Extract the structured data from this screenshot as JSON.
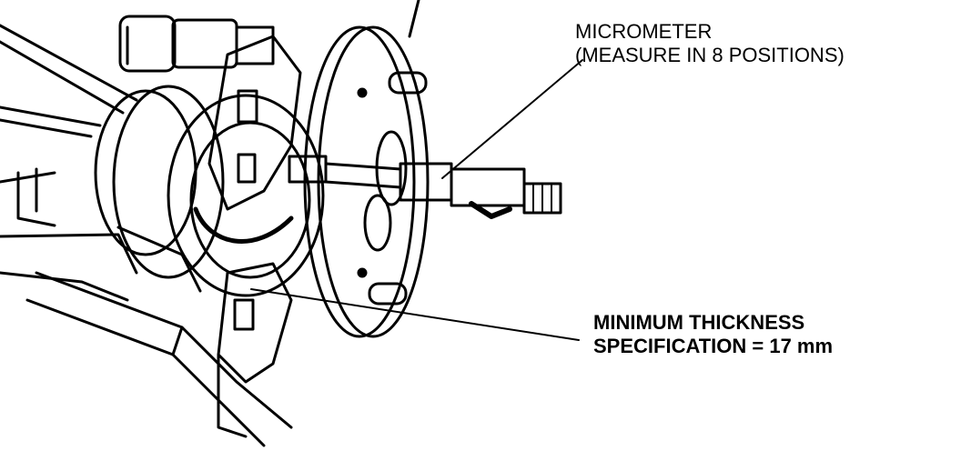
{
  "figure": {
    "labels": {
      "micrometer": {
        "line1": "MICROMETER",
        "line2": "(MEASURE IN 8 POSITIONS)"
      },
      "minimum_thickness": {
        "line1": "MINIMUM THICKNESS",
        "line2": "SPECIFICATION = 17  mm"
      }
    },
    "colors": {
      "ink": "#000000",
      "paper": "#ffffff"
    }
  }
}
